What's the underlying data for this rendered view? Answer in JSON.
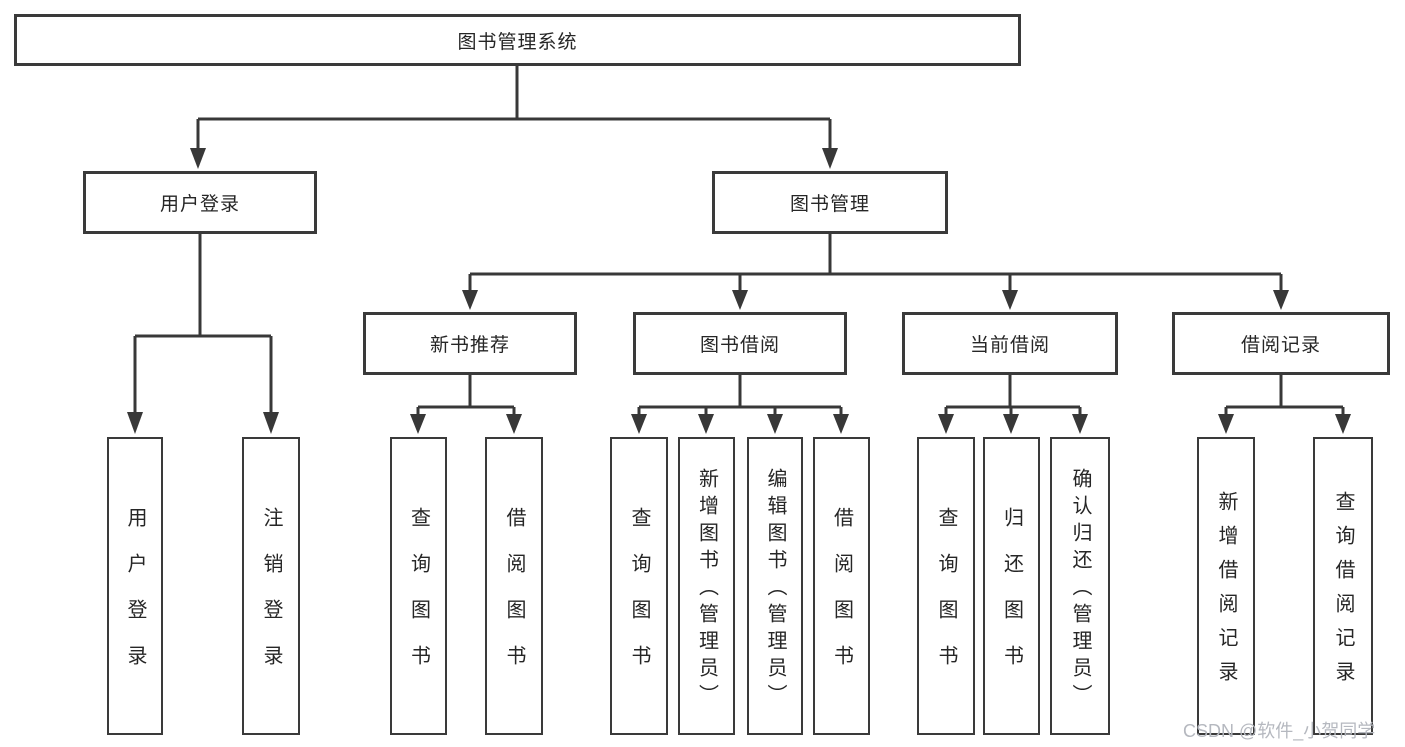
{
  "root": {
    "label": "图书管理系统"
  },
  "level2": [
    {
      "label": "用户登录"
    },
    {
      "label": "图书管理"
    }
  ],
  "level3": [
    {
      "label": "新书推荐"
    },
    {
      "label": "图书借阅"
    },
    {
      "label": "当前借阅"
    },
    {
      "label": "借阅记录"
    }
  ],
  "leaves": [
    {
      "label": "用户登录"
    },
    {
      "label": "注销登录"
    },
    {
      "label": "查询图书"
    },
    {
      "label": "借阅图书"
    },
    {
      "label": "查询图书"
    },
    {
      "label": "新增图书（管理员）"
    },
    {
      "label": "编辑图书（管理员）"
    },
    {
      "label": "借阅图书"
    },
    {
      "label": "查询图书"
    },
    {
      "label": "归还图书"
    },
    {
      "label": "确认归还（管理员）"
    },
    {
      "label": "新增借阅记录"
    },
    {
      "label": "查询借阅记录"
    }
  ],
  "watermark": {
    "text": "CSDN @软件_小贺同学"
  },
  "colors": {
    "line": "#383838",
    "text": "#262626",
    "background": "#ffffff",
    "watermark": "#b5b8bf"
  }
}
